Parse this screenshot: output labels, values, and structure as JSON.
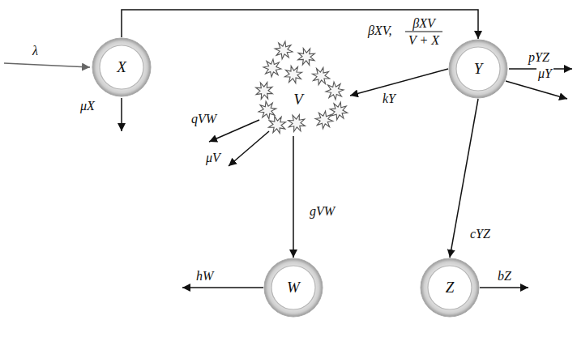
{
  "diagram": {
    "nodes": [
      {
        "text": [
          "X"
        ]
      },
      {
        "text": [
          "V"
        ]
      },
      {
        "text": [
          "Y"
        ]
      },
      {
        "text": [
          "W"
        ]
      },
      {
        "text": [
          "Z"
        ]
      }
    ],
    "edges": [
      {
        "from": 0,
        "to": 2,
        "arrow": "to",
        "label": "βXV,"
      },
      {
        "from": 2,
        "to": 1,
        "arrow": "to",
        "label": "kY"
      },
      {
        "from": 1,
        "to": 3,
        "arrow": "to",
        "label": "gVW"
      },
      {
        "from": 2,
        "to": 4,
        "arrow": "to",
        "label": "cYZ"
      }
    ],
    "labels": [
      "βXV",
      "V + X",
      "λ",
      "μX",
      "qVW",
      "μV",
      "pYZ",
      "μY",
      "hW",
      "bZ"
    ]
  }
}
